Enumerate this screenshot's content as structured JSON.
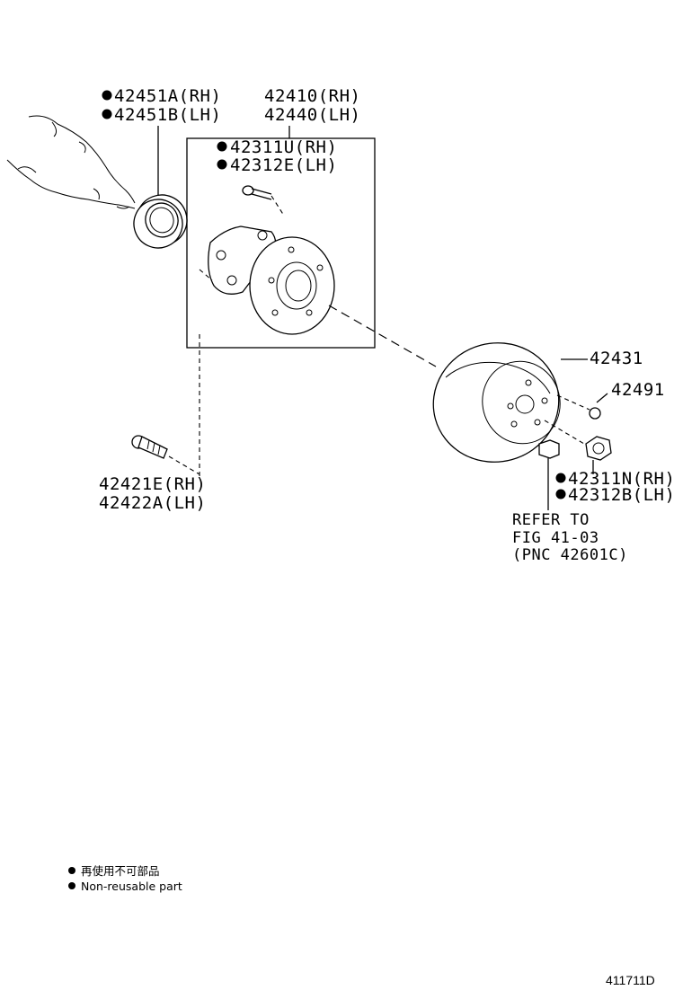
{
  "callouts": {
    "oil_seal": {
      "rh": "42451A(RH)",
      "lh": "42451B(LH)",
      "non_reusable": true
    },
    "hub_assy": {
      "rh": "42410(RH)",
      "lh": "42440(LH)"
    },
    "hub_bolt": {
      "rh": "42311U(RH)",
      "lh": "42312E(LH)",
      "non_reusable": true
    },
    "mount_bolt": {
      "rh": "42421E(RH)",
      "lh": "42422A(LH)"
    },
    "disc": {
      "number": "42431"
    },
    "plug": {
      "number": "42491"
    },
    "hub_nut": {
      "rh": "42311N(RH)",
      "lh": "42312B(LH)",
      "non_reusable": true
    },
    "refer": {
      "line1": "REFER TO",
      "line2": "FIG 41-03",
      "line3": "(PNC 42601C)"
    }
  },
  "legend": {
    "japanese": "再使用不可部品",
    "english": "Non-reusable part"
  },
  "figure_id": "411711D"
}
